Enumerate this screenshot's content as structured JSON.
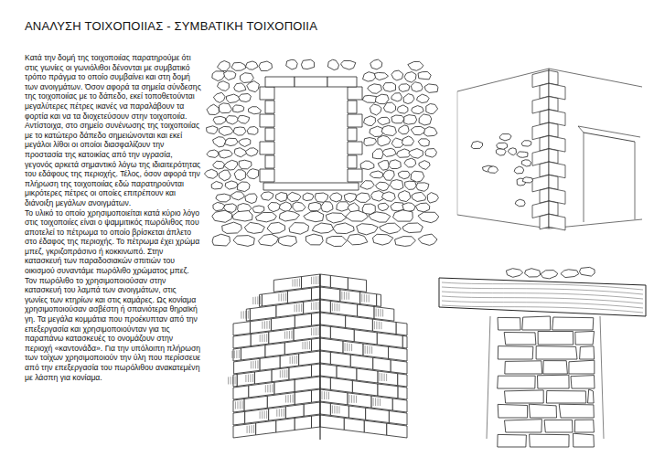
{
  "diagram": {
    "title": "ΑΝΑΛΥΣΗ ΤΟΙΧΟΠΟΙΙΑΣ - ΣΥΜΒΑΤΙΚΗ ΤΟΙΧΟΠΟΙΙΑ",
    "labels": [
      "Κατά την δομή της τοιχοποιίας παρατηρούμε ότι στις γωνίες οι γωνιόλιθοι δένονται με συμβατικό τρόπο πράγμα το οποίο συμβαίνει και στη δομή των ανοιγμάτων. Όσον αφορά τα σημεία σύνδεσης της τοιχοποιίας με το δάπεδο, εκεί τοποθετούνται μεγαλύτερες πέτρες ικανές να παραλάβουν τα φορτία και να τα διοχετεύσουν στην τοιχοποιία. Αντίστοιχα, στο σημείο συνένωσης της τοιχοποιίας με το κατώτερο δάπεδο σημειώνονται και εκεί μεγάλοι λίθοι οι οποίοι διασφαλίζουν την προστασία της κατοικίας από την υγρασία, γεγονός αρκετά σημαντικό λόγω της ιδιαιτερότητας του εδάφους της περιοχής. Τέλος, όσον αφορά την πλήρωση της τοιχοποιίας εδώ παρατηρούνται μικρότερες πέτρες οι οποίες επιτρέπουν και διάνοιξη μεγάλων ανοιγμάτων.",
      "Το υλικό το οποίο χρησιμοποιείται κατά κύριο λόγο στις τοιχοποιίες είναι ο ψαμμιτικός πωρόλιθος που αποτελεί το πέτρωμα το οποίο βρίσκεται άπλετο στο έδαφος της περιοχής. Το πέτρωμα έχει χρώμα μπεζ, γκριζοπράσινο ή κοκκινωπό. Στην κατασκευή των παραδοσιακών σπιτιών του οικισμού συναντάμε πωρόλιθο χρώματος μπεζ. Τον πωρόλιθο τo χρησιμοποιούσαν στην κατασκευή του λαμπά των ανοιγμάτων, στις γωνίες των κτηρίων και στις καμάρες. Ως κονίαμα χρησιμοποιούσαν ασβέστη ή σπανιότερα θηραϊκή γη. Τα μεγάλα κομμάτια που προέκυπταν από την επεξεργασία και χρησιμοποιούνταν για τις παραπάνω κατασκευές το ονομάζουν στην περιοχή «καντονάδα». Για την υπόλοιπη πλήρωση των τοίχων χρησιμοποιούν την ύλη που περίσσευε από την επεξεργασία του πωρόλιθου ανακατεμένη με λάσπη για κονίαμα."
    ]
  }
}
